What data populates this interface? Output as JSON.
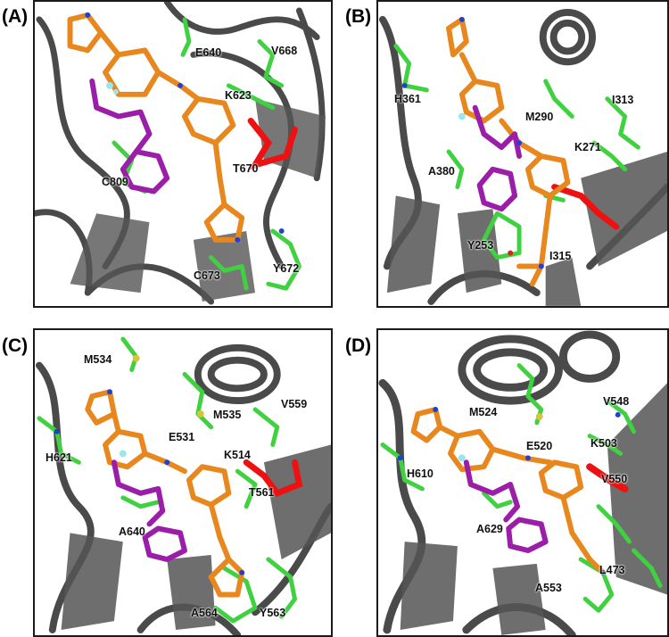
{
  "panels": [
    {
      "label": "(A)",
      "residues": [
        "E640",
        "V668",
        "K623",
        "T670",
        "C809",
        "C673",
        "Y672"
      ]
    },
    {
      "label": "(B)",
      "residues": [
        "H361",
        "M290",
        "I313",
        "K271",
        "A380",
        "I315",
        "Y253"
      ]
    },
    {
      "label": "(C)",
      "residues": [
        "M534",
        "M535",
        "V559",
        "E531",
        "K514",
        "H621",
        "T561",
        "A640",
        "A564",
        "Y563"
      ]
    },
    {
      "label": "(D)",
      "residues": [
        "M524",
        "V548",
        "E520",
        "K503",
        "H610",
        "V550",
        "A629",
        "A553",
        "L473"
      ]
    }
  ],
  "colors": {
    "ribbon": "#4a4a4a",
    "protein_residues": "#3fd13f",
    "ligand_core": "#e8871e",
    "ligand_fragment": "#9b1ea8",
    "gatekeeper": "#ee1111",
    "nitrogen": "#1f3fd6",
    "oxygen": "#e02020",
    "fluorine": "#9be6ea",
    "sulfur": "#d6c43a"
  }
}
